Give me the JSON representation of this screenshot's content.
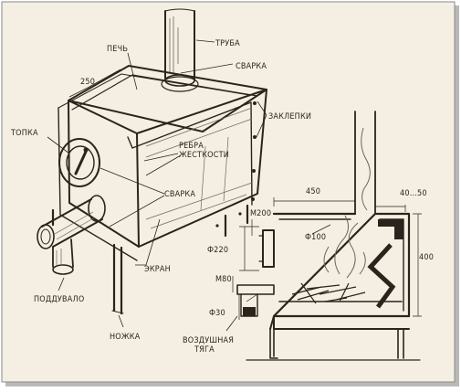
{
  "colors": {
    "paper": "#f4efe2",
    "ink": "#2a241c",
    "shade": "#6e655a",
    "frame_shadow": "#b9b9b9"
  },
  "labels": {
    "truba": "ТРУБА",
    "pech": "ПЕЧЬ",
    "svarka_top": "СВАРКА",
    "dim_250": "250",
    "zaklepki": "ЗАКЛЕПКИ",
    "topka": "ТОПКА",
    "rebra_1": "РЕБРА",
    "rebra_2": "ЖЕСТКОСТИ",
    "svarka_mid": "СВАРКА",
    "ekran": "ЭКРАН",
    "poddvalo": "ПОДДУВАЛО",
    "nozhka": "НОЖКА",
    "dim_450": "450",
    "dim_40_50": "40...50",
    "dim_m200": "М200",
    "dim_phi100": "Ф100",
    "dim_phi220": "Ф220",
    "dim_400": "400",
    "dim_m80": "М80",
    "dim_phi30": "Ф30",
    "vozdushnaya_1": "ВОЗДУШНАЯ",
    "vozdushnaya_2": "ТЯГА"
  }
}
